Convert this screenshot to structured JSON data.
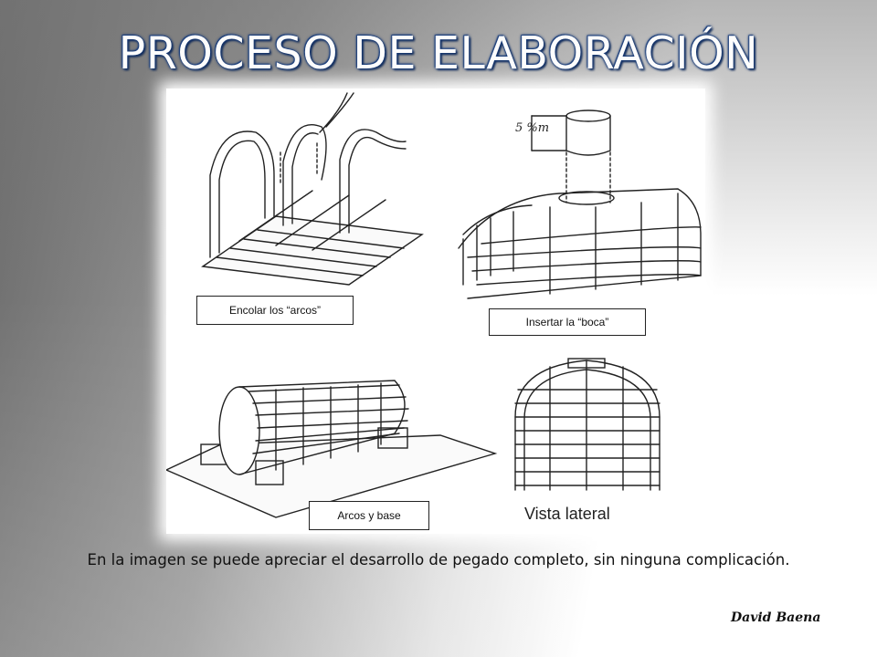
{
  "slide": {
    "title": "PROCESO DE ELABORACIÓN",
    "caption": "En la imagen se puede apreciar el desarrollo de pegado completo, sin ninguna complicación.",
    "author": "David Baena"
  },
  "figure": {
    "labels": {
      "encolar": "Encolar los “arcos”",
      "boca": "Insertar la “boca”",
      "arcos_base": "Arcos y base",
      "vista_lateral": "Vista lateral",
      "dimension": "5 %m"
    }
  },
  "colors": {
    "title_outline": "#1a3d7a",
    "title_fill": "#fdfdfd",
    "ink": "#222222"
  }
}
